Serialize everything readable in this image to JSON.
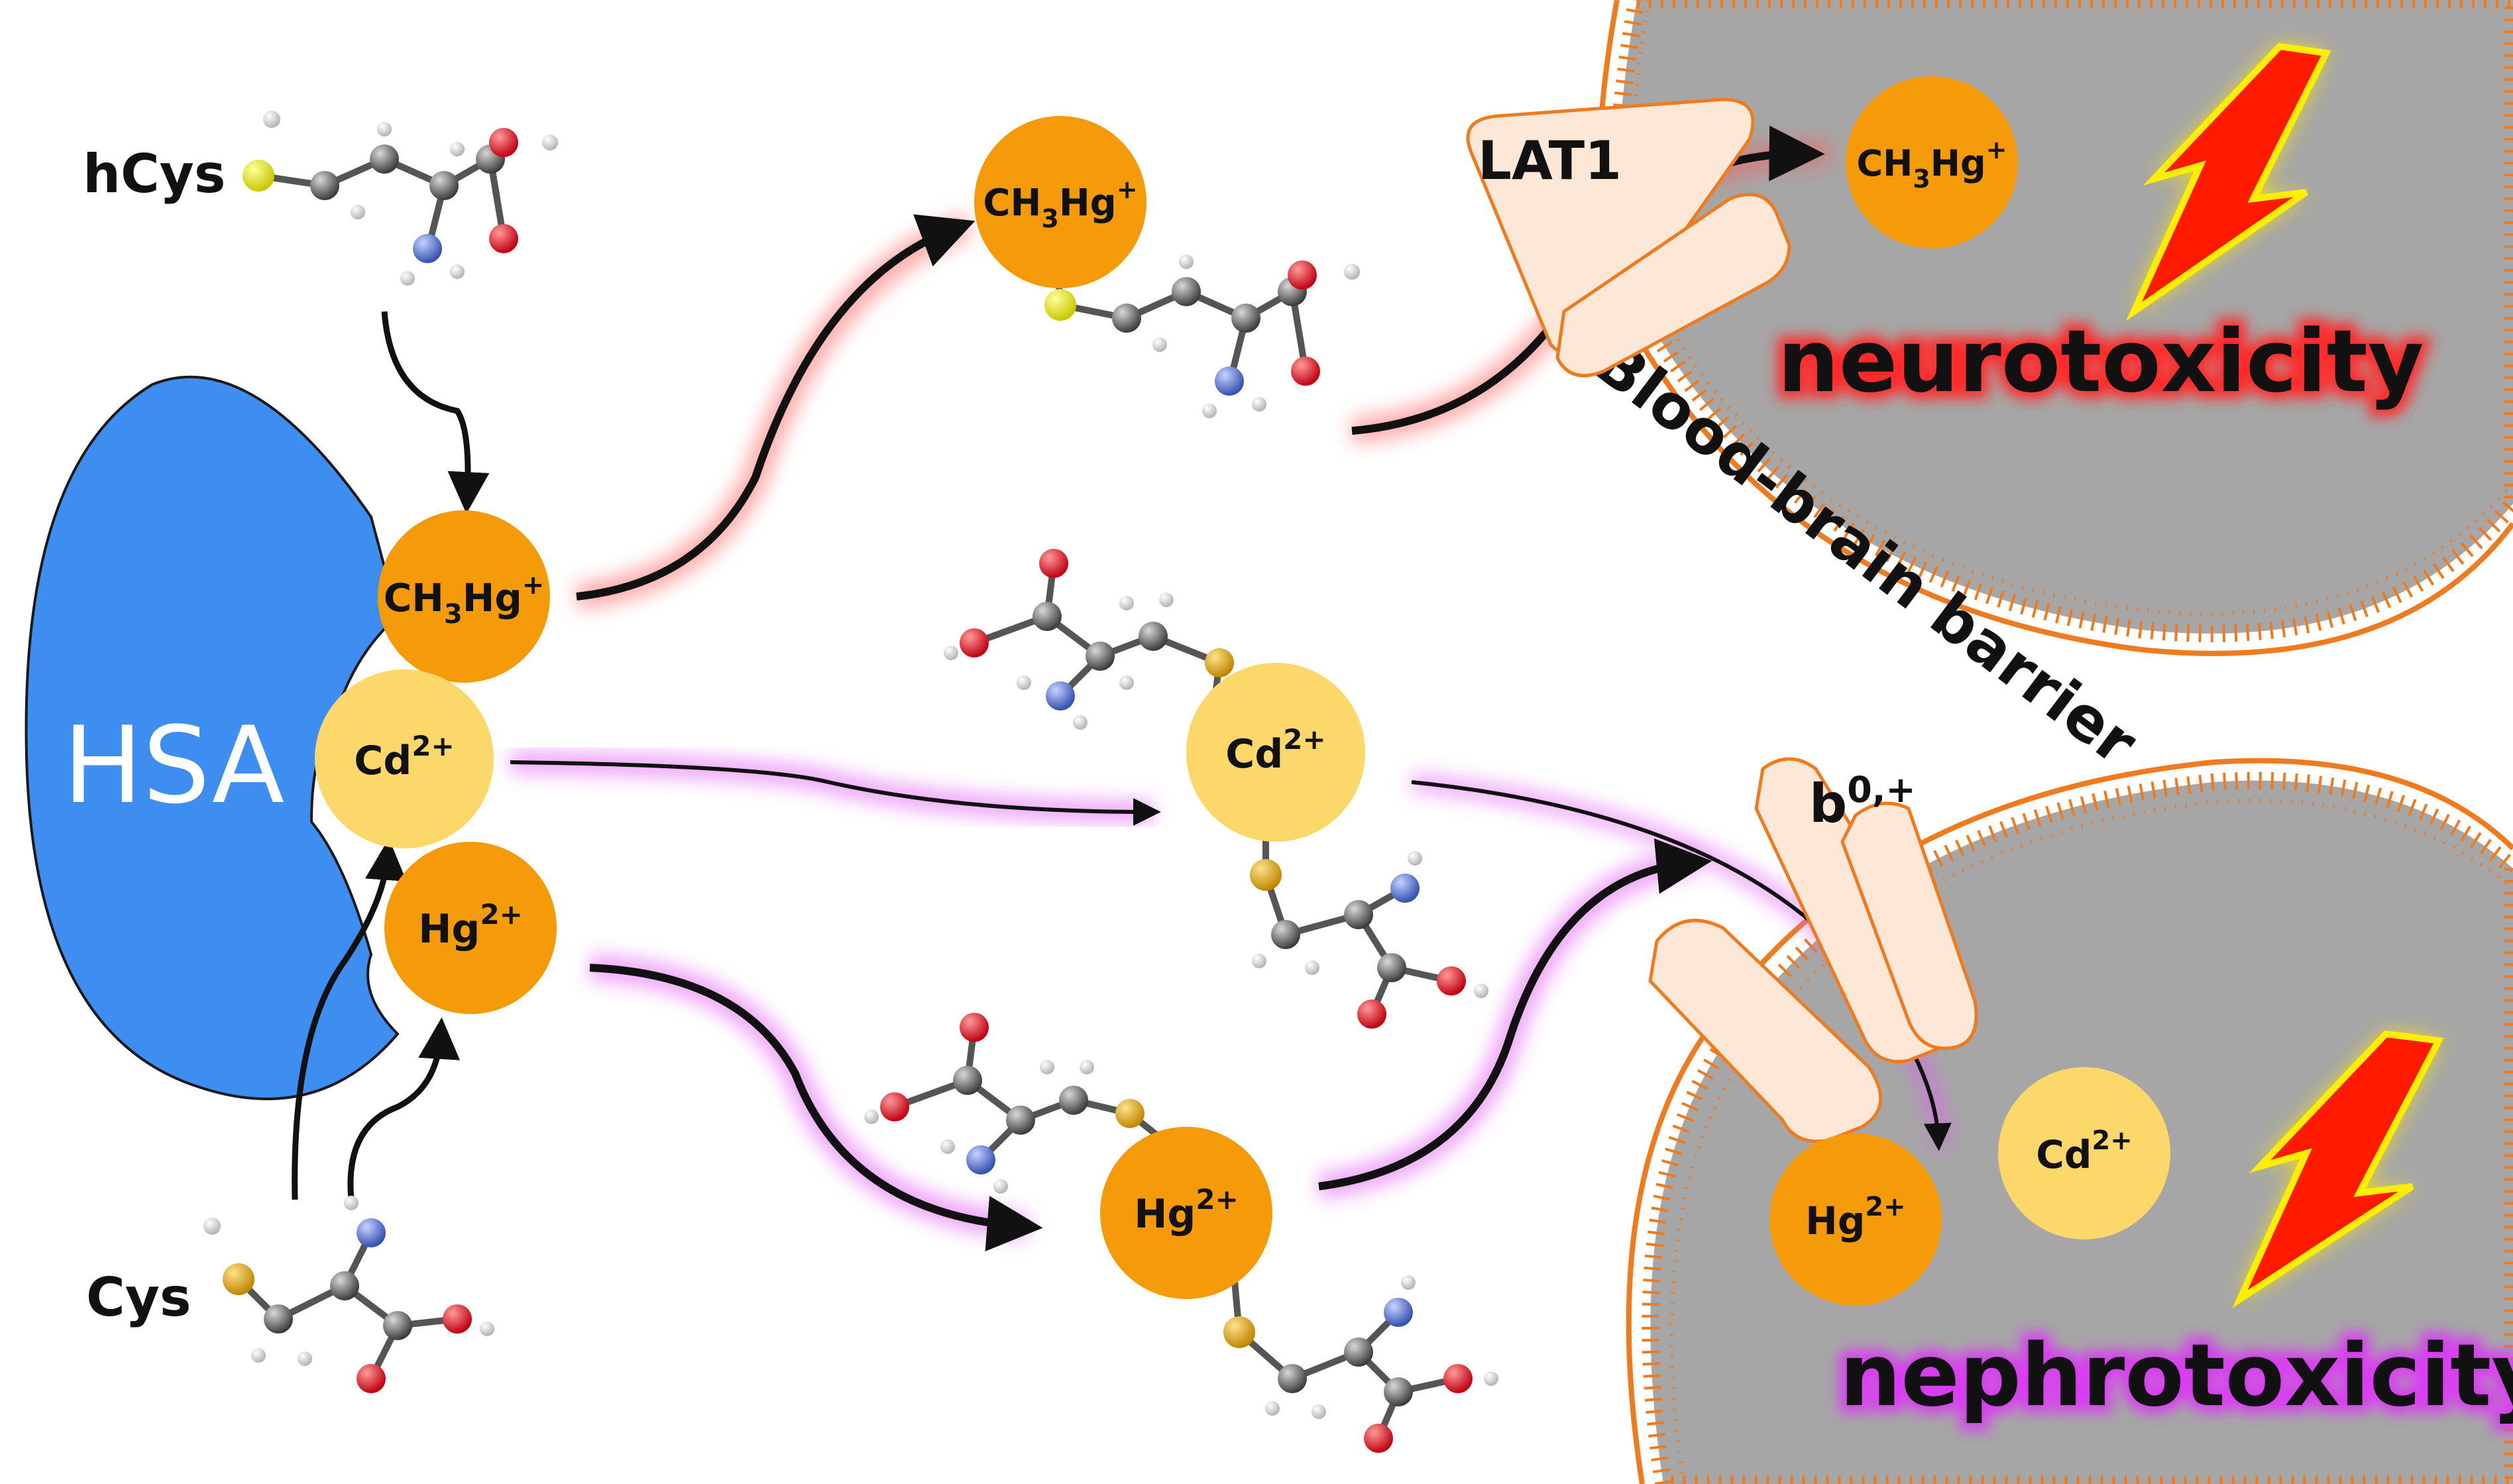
{
  "labels": {
    "hsa": "HSA",
    "hcys": "hCys",
    "cys": "Cys",
    "lat1": "LAT1",
    "b0_base": "b",
    "b0_sup": "0,+",
    "bbb": "Blood-brain barrier",
    "neurotoxicity": "neurotoxicity",
    "nephrotoxicity": "nephrotoxicity"
  },
  "ions": {
    "methylmercury": {
      "a": "CH",
      "sub": "3",
      "b": "Hg",
      "sup": "+"
    },
    "cadmium": {
      "base": "Cd",
      "sup": "2+"
    },
    "mercury": {
      "base": "Hg",
      "sup": "2+"
    }
  },
  "colors": {
    "hsa": "#3d8ef0",
    "orange_ion": "#f59b0a",
    "pale_ion": "#fcd76a",
    "cell": "#a6a6a6",
    "membrane": "#f07a1e",
    "transporter": "#fde7d6",
    "neuro_glow": "#ff2a2a",
    "nephro_glow": "#d93cf2",
    "lightning": "#ff1a00",
    "lightning_glow": "#ffee00",
    "carbon": "#5a5a5a",
    "oxygen": "#e0101a",
    "nitrogen": "#4a6fd6",
    "sulfur_hcys": "#e8e81a",
    "sulfur": "#e0a814",
    "hydrogen": "#eeeeee"
  }
}
